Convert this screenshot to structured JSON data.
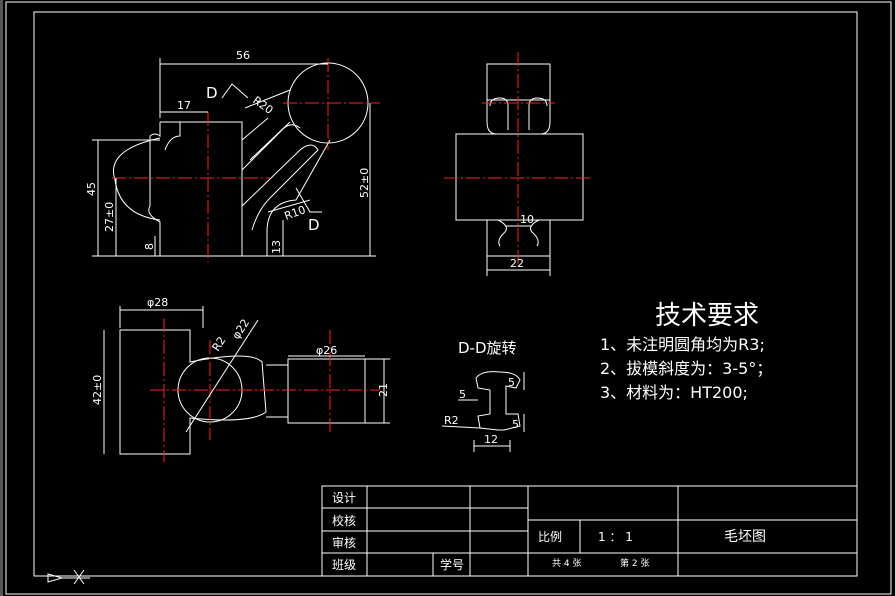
{
  "views": {
    "front": {
      "dims": {
        "top_width": "56",
        "left_width": "17",
        "radius_upper": "R20",
        "radius_lower": "R10",
        "height_left": "45",
        "height_inner": "27±0",
        "small": "8",
        "bottom_right": "13",
        "height_right": "52±0"
      },
      "section_marks": [
        "D",
        "D"
      ]
    },
    "side": {
      "dims": {
        "slot": "10",
        "bottom_width": "22"
      }
    },
    "top": {
      "dims": {
        "diameter_top": "φ28",
        "radius": "R2",
        "diameter_circle": "φ22",
        "diameter_boss": "φ26",
        "height_left": "42±0",
        "height_right": "21"
      }
    },
    "section": {
      "title": "D-D旋转",
      "dims": {
        "left": "5",
        "right_top": "5",
        "right_bottom": "5",
        "radius": "R2",
        "bottom": "12"
      }
    }
  },
  "requirements": {
    "title": "技术要求",
    "items": [
      "1、未注明圆角均为R3;",
      "2、拔模斜度为：3-5°；",
      "3、材料为：HT200;"
    ]
  },
  "title_block": {
    "labels": [
      "设计",
      "校核",
      "审核",
      "班级"
    ],
    "student_no_label": "学号",
    "scale_label": "比例",
    "scale_value": "1 ： 1",
    "drawing_name": "毛坯图",
    "sheet_total": "共 4 张",
    "sheet_no": "第 2 张"
  },
  "colors": {
    "background": "#000000",
    "lines": "#ffffff",
    "centerlines": "#ff2020"
  }
}
